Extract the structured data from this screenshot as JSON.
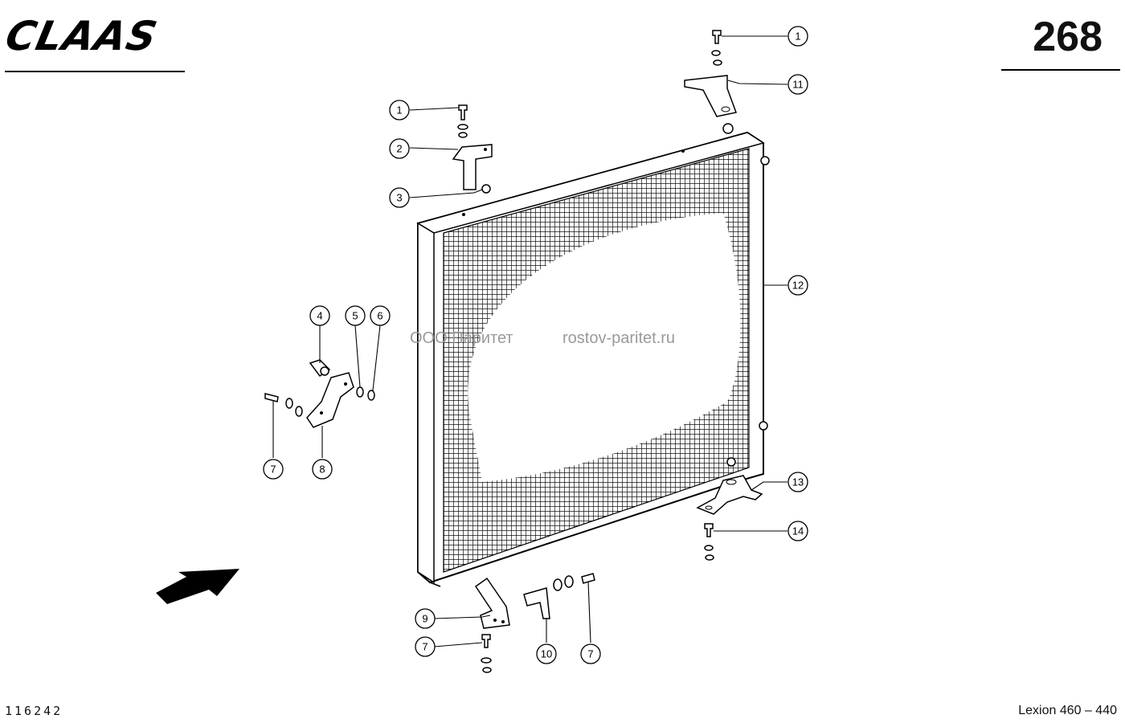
{
  "header": {
    "logo": "CLAAS",
    "page_number": "268"
  },
  "footer": {
    "document_id": "116242",
    "model": "Lexion 460 – 440"
  },
  "watermark": {
    "company": "ООО Паритет",
    "website": "rostov-paritet.ru"
  },
  "callouts": [
    "1",
    "1",
    "2",
    "3",
    "4",
    "5",
    "6",
    "7",
    "8",
    "9",
    "7",
    "10",
    "7",
    "11",
    "12",
    "13",
    "14"
  ]
}
